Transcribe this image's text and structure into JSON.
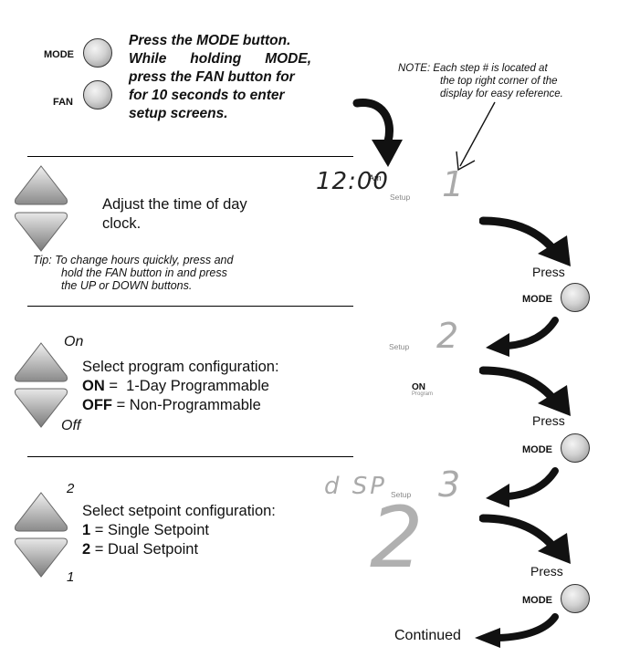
{
  "intro": {
    "mode_label": "MODE",
    "fan_label": "FAN",
    "lines": [
      "Press the MODE button.",
      "While holding MODE,",
      "press the FAN button for",
      "for 10 seconds to enter",
      "setup screens."
    ]
  },
  "note": {
    "lines": [
      "NOTE: Each step # is located at",
      "the top right corner of the",
      "display for easy reference."
    ]
  },
  "step1": {
    "display_time": "12:00",
    "display_ampm": "Am",
    "setup_label": "Setup",
    "step_number": "1",
    "instruction_lines": [
      "Adjust the time of day",
      "clock."
    ],
    "tip_lines": [
      "Tip: To change hours quickly, press and",
      "hold the FAN button in and press",
      "the UP or DOWN buttons."
    ],
    "press_label": "Press",
    "mode_label": "MODE"
  },
  "step2": {
    "up_label": "On",
    "down_label": "Off",
    "setup_label": "Setup",
    "step_number": "2",
    "display_on": "ON",
    "display_program": "Program",
    "instruction_title": "Select program configuration:",
    "options": [
      {
        "key": "ON",
        "text": " =  1-Day Programmable"
      },
      {
        "key": "OFF",
        "text": " = Non-Programmable"
      }
    ],
    "press_label": "Press",
    "mode_label": "MODE"
  },
  "step3": {
    "up_label": "2",
    "down_label": "1",
    "setup_label": "Setup",
    "step_number": "3",
    "display_dsp": "d SP",
    "display_big": "2",
    "instruction_title": "Select setpoint configuration:",
    "options": [
      {
        "key": "1",
        "text": " = Single Setpoint"
      },
      {
        "key": "2",
        "text": " = Dual Setpoint"
      }
    ],
    "press_label": "Press",
    "mode_label": "MODE"
  },
  "continued_label": "Continued"
}
